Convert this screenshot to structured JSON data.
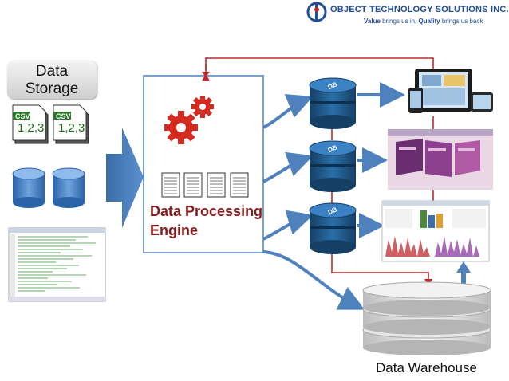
{
  "header": {
    "company": "OBJECT TECHNOLOGY SOLUTIONS INC.",
    "tagline_value": "Value",
    "tagline_mid": " brings us in, ",
    "tagline_quality": "Quality",
    "tagline_end": " brings us back"
  },
  "storage": {
    "title_line1": "Data",
    "title_line2": "Storage",
    "csv_tag": "CSV",
    "csv_values": "1,2,3"
  },
  "engine": {
    "title_line1": "Data Processing",
    "title_line2": "Engine"
  },
  "db_label": "DB",
  "warehouse": {
    "title": "Data Warehouse"
  },
  "colors": {
    "accent_red": "#c0282d",
    "arrow_blue": "#4f81bd",
    "db_blue": "#1f5a8e",
    "brand_blue": "#1f4e9c"
  }
}
